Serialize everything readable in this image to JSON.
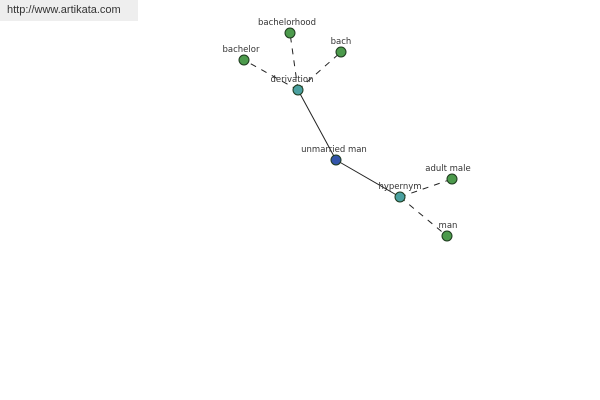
{
  "watermark": {
    "url": "http://www.artikata.com"
  },
  "graph": {
    "nodes": [
      {
        "id": "unmarried-man",
        "label": "unmarried man",
        "color": "#3355aa"
      },
      {
        "id": "derivation",
        "label": "derivation",
        "color": "#4aa0a0"
      },
      {
        "id": "hypernym",
        "label": "hypernym",
        "color": "#4aa0a0"
      },
      {
        "id": "bachelor",
        "label": "bachelor",
        "color": "#4c9a4c"
      },
      {
        "id": "bachelorhood",
        "label": "bachelorhood",
        "color": "#4c9a4c"
      },
      {
        "id": "bach",
        "label": "bach",
        "color": "#4c9a4c"
      },
      {
        "id": "adult-male",
        "label": "adult male",
        "color": "#4c9a4c"
      },
      {
        "id": "man",
        "label": "man",
        "color": "#4c9a4c"
      }
    ],
    "edges": [
      {
        "from": "unmarried-man",
        "to": "derivation",
        "style": "solid"
      },
      {
        "from": "unmarried-man",
        "to": "hypernym",
        "style": "solid"
      },
      {
        "from": "derivation",
        "to": "bachelor",
        "style": "dashed"
      },
      {
        "from": "derivation",
        "to": "bachelorhood",
        "style": "dashed"
      },
      {
        "from": "derivation",
        "to": "bach",
        "style": "dashed"
      },
      {
        "from": "hypernym",
        "to": "adult-male",
        "style": "dashed"
      },
      {
        "from": "hypernym",
        "to": "man",
        "style": "dashed"
      }
    ]
  }
}
